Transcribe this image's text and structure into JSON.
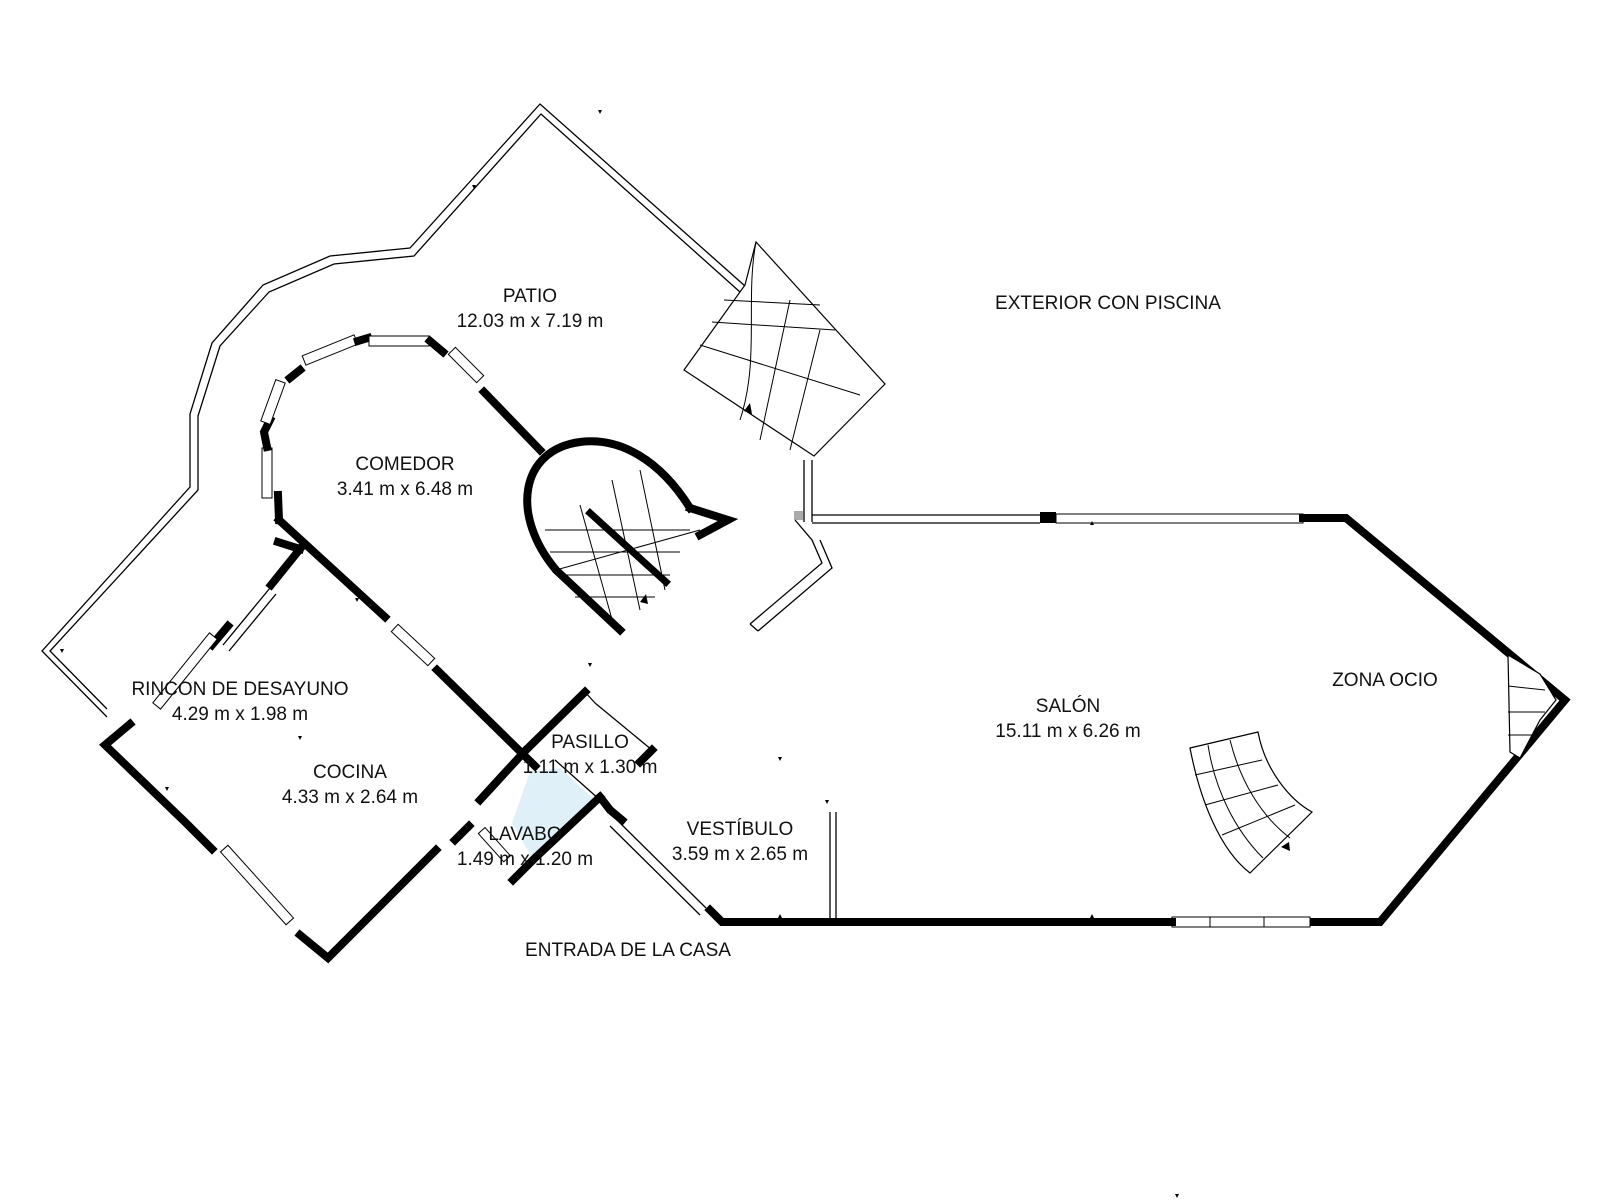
{
  "colors": {
    "background": "#ffffff",
    "wall": "#000000",
    "lavabo_fill": "#dff0f9",
    "text": "#111111"
  },
  "labels": {
    "patio": {
      "name": "PATIO",
      "dims": "12.03 m x 7.19 m"
    },
    "exterior": {
      "name": "EXTERIOR CON PISCINA"
    },
    "comedor": {
      "name": "COMEDOR",
      "dims": "3.41 m x 6.48 m"
    },
    "rincon": {
      "name": "RINCON DE DESAYUNO",
      "dims": "4.29 m x 1.98 m"
    },
    "cocina": {
      "name": "COCINA",
      "dims": "4.33 m x 2.64 m"
    },
    "pasillo": {
      "name": "PASILLO",
      "dims": "1.11 m x 1.30 m"
    },
    "lavabo": {
      "name": "LAVABO",
      "dims": "1.49 m x 1.20 m"
    },
    "vestibulo": {
      "name": "VESTÍBULO",
      "dims": "3.59 m x 2.65 m"
    },
    "salon": {
      "name": "SALÓN",
      "dims": "15.11 m x 6.26 m"
    },
    "zona_ocio": {
      "name": "ZONA OCIO"
    },
    "entrada": {
      "name": "ENTRADA DE LA CASA"
    }
  }
}
